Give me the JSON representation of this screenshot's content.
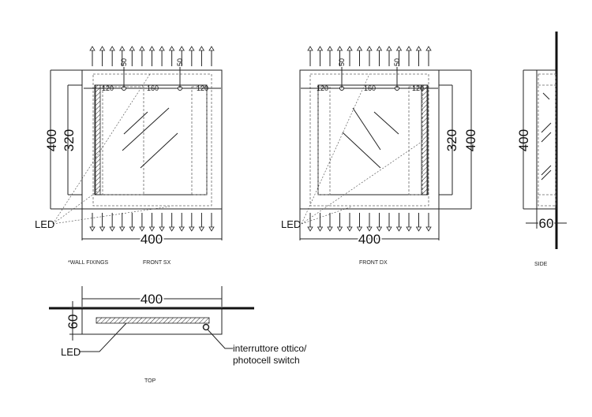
{
  "front_sx": {
    "title": "FRONT SX",
    "wall_fixings_note": "*WALL FIXINGS",
    "height_outer": "400",
    "height_inner": "320",
    "width": "400",
    "fixing_offset_left": "120",
    "fixing_spacing": "160",
    "fixing_offset_right": "120",
    "fixing_depth_1": "50",
    "fixing_depth_2": "50",
    "led_label": "LED"
  },
  "front_dx": {
    "title": "FRONT DX",
    "height_outer": "400",
    "height_inner": "320",
    "width": "400",
    "fixing_offset_left": "120",
    "fixing_spacing": "160",
    "fixing_offset_right": "120",
    "fixing_depth_1": "50",
    "fixing_depth_2": "50",
    "led_label": "LED"
  },
  "side": {
    "title": "SIDE",
    "height": "400",
    "depth": "60"
  },
  "top": {
    "title": "TOP",
    "width": "400",
    "depth": "60",
    "led_label": "LED",
    "switch_label_line1": "interruttore ottico/",
    "switch_label_line2": "photocell switch"
  },
  "airflow_arrow_count": 13
}
